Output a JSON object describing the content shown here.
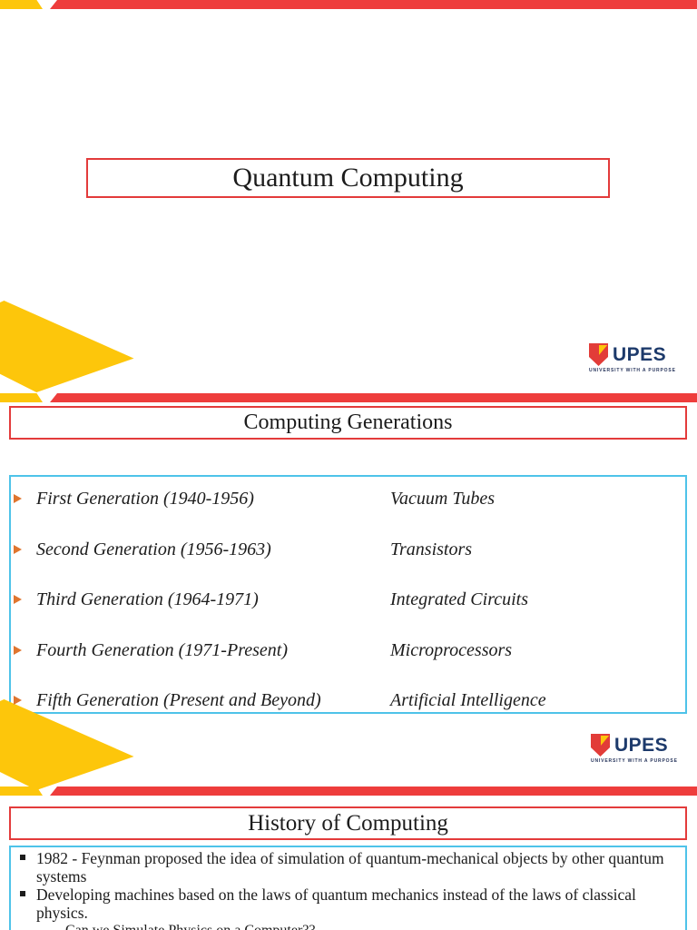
{
  "colors": {
    "bar_red": "#ee3d3c",
    "accent_yellow": "#fdc60b",
    "title_border_red": "#e33b3b",
    "content_border_cyan": "#4ec3e9",
    "bullet_orange": "#e0752e",
    "upes_navy": "#1d3a6b",
    "upes_red": "#e23c38",
    "text": "#1c1c1c"
  },
  "logo": {
    "name": "UPES",
    "tagline": "UNIVERSITY WITH A PURPOSE"
  },
  "slide1": {
    "title": "Quantum Computing"
  },
  "slide2": {
    "title": "Computing Generations",
    "rows": [
      {
        "generation": "First Generation (1940-1956)",
        "technology": "Vacuum Tubes"
      },
      {
        "generation": "Second Generation (1956-1963)",
        "technology": "Transistors"
      },
      {
        "generation": "Third Generation (1964-1971)",
        "technology": "Integrated Circuits"
      },
      {
        "generation": "Fourth Generation (1971-Present)",
        "technology": "Microprocessors"
      },
      {
        "generation": "Fifth Generation (Present and Beyond)",
        "technology": "Artificial Intelligence"
      }
    ]
  },
  "slide3": {
    "title": "History of Computing",
    "bullets": [
      {
        "line1": "1982 - Feynman proposed the idea of simulation of quantum-mechanical objects  by other quantum",
        "line2": "systems"
      },
      {
        "line1": "Developing machines based on the laws  of quantum mechanics instead of the laws of classical",
        "line2": "physics."
      }
    ],
    "sub_bullet": "–  Can we Simulate Physics on a Computer??"
  }
}
